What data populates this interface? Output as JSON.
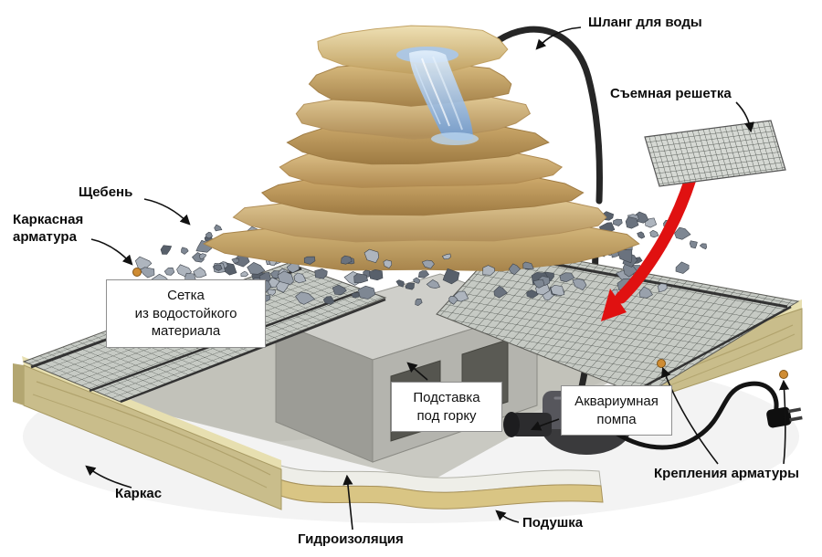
{
  "diagram": {
    "subject": "garden-waterfall-construction-cutaway"
  },
  "labels": {
    "hose": "Шланг для воды",
    "grate": "Съемная решетка",
    "gravel": "Щебень",
    "frame_rebar": "Каркасная\nарматура",
    "waterproof_mesh": "Сетка\nиз водостойкого\nматериала",
    "stand": "Подставка\nпод горку",
    "pump": "Аквариумная\nпомпа",
    "rebar_fasteners": "Крепления арматуры",
    "frame": "Каркас",
    "waterproofing": "Гидроизоляция",
    "cushion": "Подушка"
  },
  "colors": {
    "arrow_red": "#e01111",
    "water_blue": "#6f9bd1",
    "stone_tan": "#d9bc80",
    "wood": "#c9bd8b",
    "leader_black": "#111111"
  }
}
